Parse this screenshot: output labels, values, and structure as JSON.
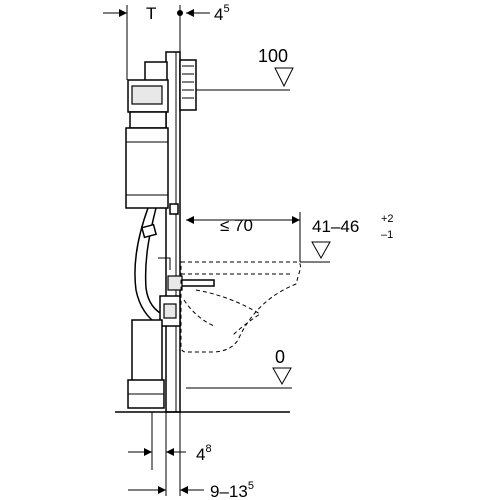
{
  "dimensions": {
    "depth_label": "T",
    "top_right_base": "4",
    "top_right_sup": "5",
    "flush_height": "100",
    "projection": "≤ 70",
    "seat_height_base": "41–46",
    "seat_height_sup": "+2",
    "seat_height_sub": "–1",
    "floor_level": "0",
    "bottom_offset_base": "4",
    "bottom_offset_sup": "8",
    "bottom_range_base": "9–13",
    "bottom_range_sup": "5"
  }
}
